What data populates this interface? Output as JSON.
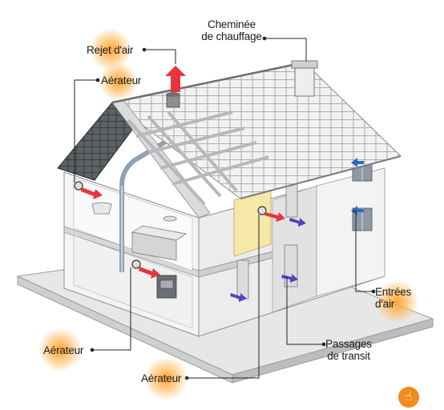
{
  "labels": {
    "chimney": [
      "Cheminée",
      "de chauffage"
    ],
    "exhaust": "Rejet d'air",
    "aerator_top": "Aérateur",
    "aerator_left": "Aérateur",
    "aerator_bottom": "Aérateur",
    "air_inlets": [
      "Entrées",
      "d'air"
    ],
    "transit": [
      "Passages",
      "de transit"
    ]
  },
  "colors": {
    "exhaust_arrow": "#e8343f",
    "inlet_arrow": "#2f67c9",
    "transit_arrow": "#5a3fc0",
    "highlight": "#f7a030",
    "help_button": "#f28a1c"
  },
  "help_icon": "hand-pointer-icon"
}
